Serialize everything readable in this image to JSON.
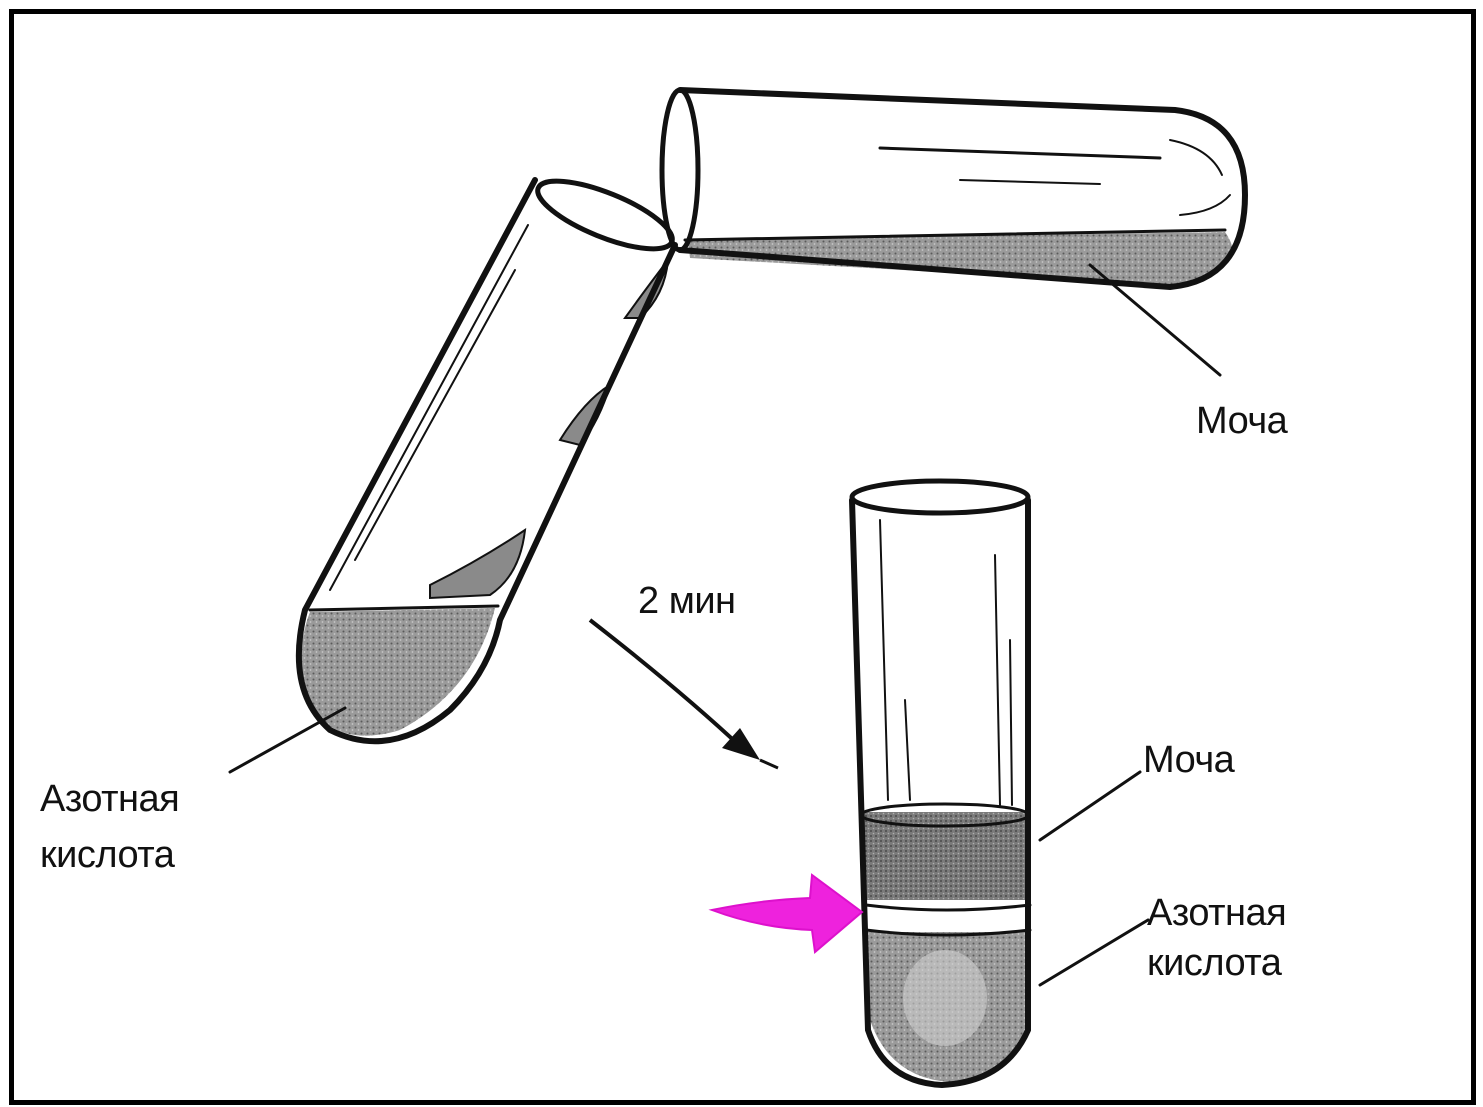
{
  "labels": {
    "urine_top": "Моча",
    "time": "2 мин",
    "acid_left_line1": "Азотная",
    "acid_left_line2": "кислота",
    "urine_bottom": "Моча",
    "acid_right_line1": "Азотная",
    "acid_right_line2": "кислота"
  },
  "colors": {
    "frame": "#000000",
    "ink": "#111111",
    "liquid_shade": "#8a8a8a",
    "highlight_arrow": "#ee22dd"
  }
}
